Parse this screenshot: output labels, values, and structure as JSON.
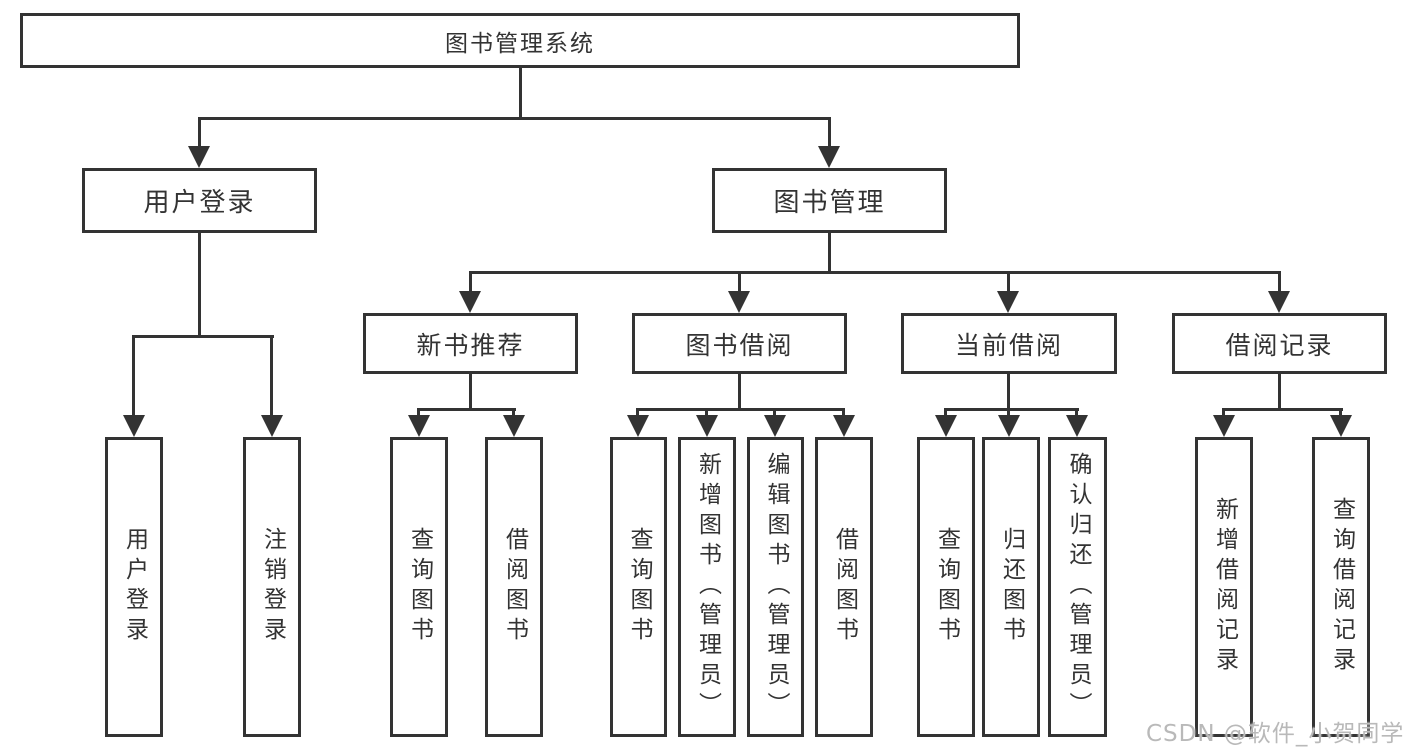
{
  "colors": {
    "line": "#333333",
    "ink": "#333333",
    "bg": "#ffffff",
    "watermark": "#b9b9b9"
  },
  "tree": {
    "root": {
      "label": "图书管理系统",
      "children": [
        {
          "label": "用户登录",
          "children": [
            {
              "label": "用户登录"
            },
            {
              "label": "注销登录"
            }
          ]
        },
        {
          "label": "图书管理",
          "children": [
            {
              "label": "新书推荐",
              "children": [
                {
                  "label": "查询图书"
                },
                {
                  "label": "借阅图书"
                }
              ]
            },
            {
              "label": "图书借阅",
              "children": [
                {
                  "label": "查询图书"
                },
                {
                  "label": "新增图书（管理员）"
                },
                {
                  "label": "编辑图书（管理员）"
                },
                {
                  "label": "借阅图书"
                }
              ]
            },
            {
              "label": "当前借阅",
              "children": [
                {
                  "label": "查询图书"
                },
                {
                  "label": "归还图书"
                },
                {
                  "label": "确认归还（管理员）"
                }
              ]
            },
            {
              "label": "借阅记录",
              "children": [
                {
                  "label": "新增借阅记录"
                },
                {
                  "label": "查询借阅记录"
                }
              ]
            }
          ]
        }
      ]
    }
  },
  "watermark": {
    "text": "CSDN @软件_小贺同学"
  }
}
